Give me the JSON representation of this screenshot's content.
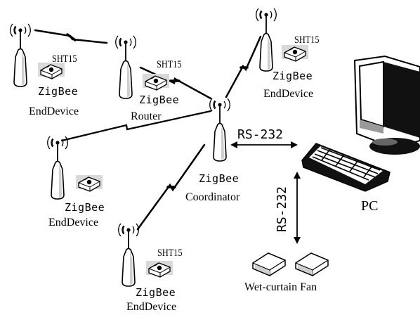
{
  "nodes": {
    "enddevice_top_left": {
      "protocol": "ZigBee",
      "role": "EndDevice",
      "sensor": "SHT15"
    },
    "router": {
      "protocol": "ZigBee",
      "role": "Router",
      "sensor": "SHT15"
    },
    "enddevice_top_right": {
      "protocol": "ZigBee",
      "role": "EndDevice",
      "sensor": "SHT15"
    },
    "coordinator": {
      "protocol": "ZigBee",
      "role": "Coordinator"
    },
    "enddevice_mid_left": {
      "protocol": "ZigBee",
      "role": "EndDevice"
    },
    "enddevice_bottom": {
      "protocol": "ZigBee",
      "role": "EndDevice",
      "sensor": "SHT15"
    }
  },
  "pc": {
    "label": "PC"
  },
  "actuators": {
    "label": "Wet-curtain Fan"
  },
  "links": {
    "coordinator_to_pc": "RS-232",
    "pc_to_actuators": "RS-232"
  }
}
